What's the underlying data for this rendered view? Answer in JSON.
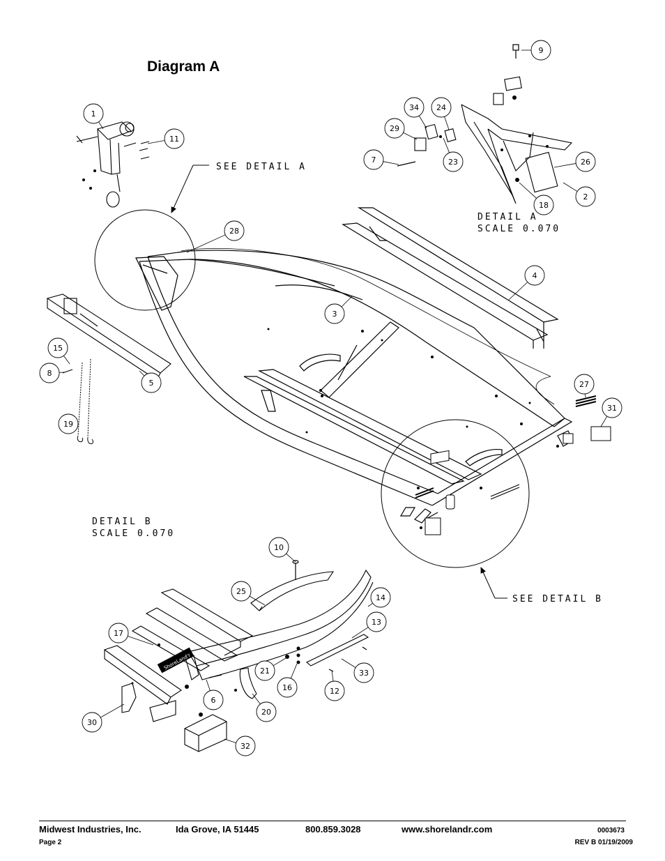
{
  "page_title": "Diagram A",
  "detail_a": {
    "pointer_label": "SEE DETAIL A",
    "heading": "DETAIL A",
    "scale": "SCALE 0.070"
  },
  "detail_b": {
    "pointer_label": "SEE DETAIL B",
    "heading": "DETAIL B",
    "scale": "SCALE 0.070"
  },
  "callouts": [
    "1",
    "2",
    "3",
    "4",
    "5",
    "6",
    "7",
    "8",
    "9",
    "10",
    "11",
    "12",
    "13",
    "14",
    "15",
    "16",
    "17",
    "18",
    "19",
    "20",
    "21",
    "23",
    "24",
    "25",
    "26",
    "27",
    "28",
    "29",
    "30",
    "31",
    "32",
    "33",
    "34"
  ],
  "footer": {
    "company": "Midwest Industries, Inc.",
    "location": "Ida Grove, IA  51445",
    "phone": "800.859.3028",
    "website": "www.shorelandr.com",
    "doc_number": "0003673",
    "page": "Page 2",
    "revision": "REV B  01/19/2009"
  },
  "decal_text": "ShoreLand'r"
}
